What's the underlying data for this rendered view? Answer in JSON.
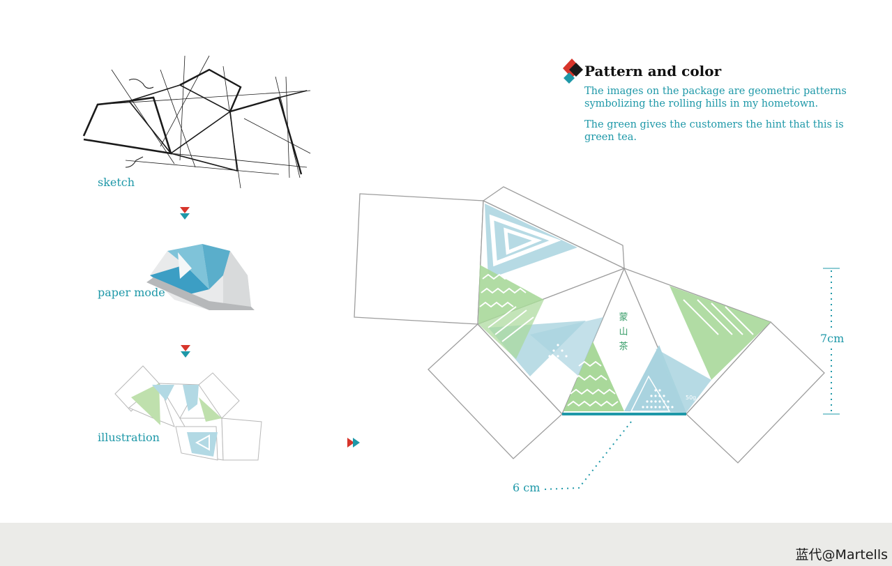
{
  "section": {
    "title": "Pattern and color",
    "paragraph1": "The images on the package are geometric patterns symbolizing the rolling hills in my hometown.",
    "paragraph2": "The green gives the customers the hint that this is green tea."
  },
  "process": {
    "step1": "sketch",
    "step2": "paper mode",
    "step3": "illustration"
  },
  "dimensions": {
    "height": "7cm",
    "width": "6 cm"
  },
  "package_text": "蒙山茶",
  "package_small_text": "50g",
  "watermark": "蓝代@Martells",
  "colors": {
    "accent_teal": "#1e98a8",
    "pattern_blue": "#a9d3df",
    "pattern_green": "#a9d89a",
    "marker_red": "#d7352b",
    "marker_dark": "#222222"
  }
}
